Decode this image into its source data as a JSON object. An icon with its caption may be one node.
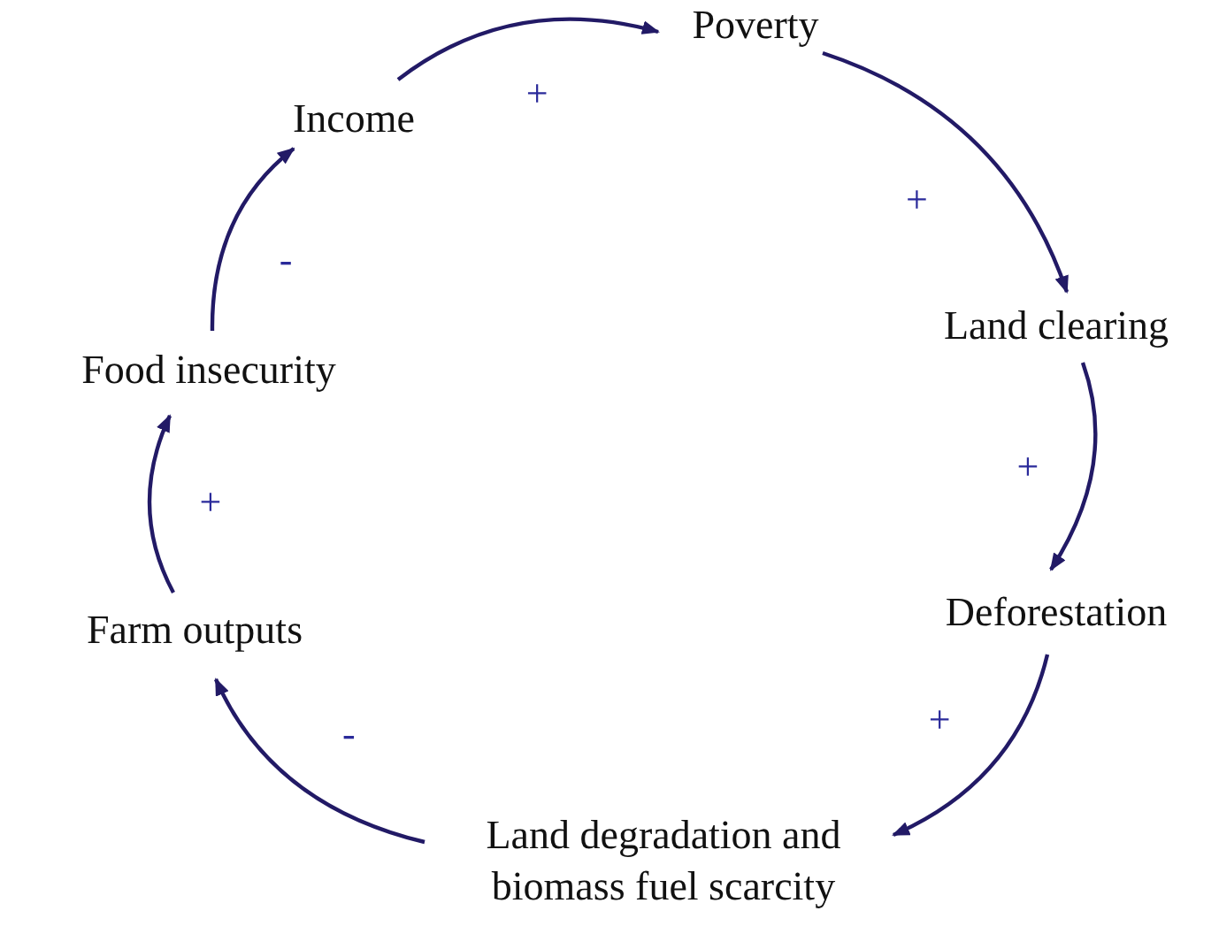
{
  "diagram": {
    "nodes": [
      {
        "text": [
          "Poverty"
        ]
      },
      {
        "text": [
          "Income"
        ]
      },
      {
        "text": [
          "Land clearing"
        ]
      },
      {
        "text": [
          "Food insecurity"
        ]
      },
      {
        "text": [
          "Deforestation"
        ]
      },
      {
        "text": [
          "Farm outputs"
        ]
      },
      {
        "text": [
          "Land degradation and biomass fuel scarcity"
        ]
      }
    ],
    "edges": [
      {
        "from": 1,
        "to": 0,
        "arrow": "to",
        "label": "+"
      },
      {
        "from": 0,
        "to": 2,
        "arrow": "to",
        "label": "+"
      },
      {
        "from": 2,
        "to": 4,
        "arrow": "to",
        "label": "+"
      },
      {
        "from": 4,
        "to": 6,
        "arrow": "to",
        "label": "+"
      },
      {
        "from": 6,
        "to": 5,
        "arrow": "to",
        "label": "-"
      },
      {
        "from": 5,
        "to": 3,
        "arrow": "to",
        "label": "+"
      },
      {
        "from": 3,
        "to": 1,
        "arrow": "to",
        "label": "-"
      }
    ]
  }
}
